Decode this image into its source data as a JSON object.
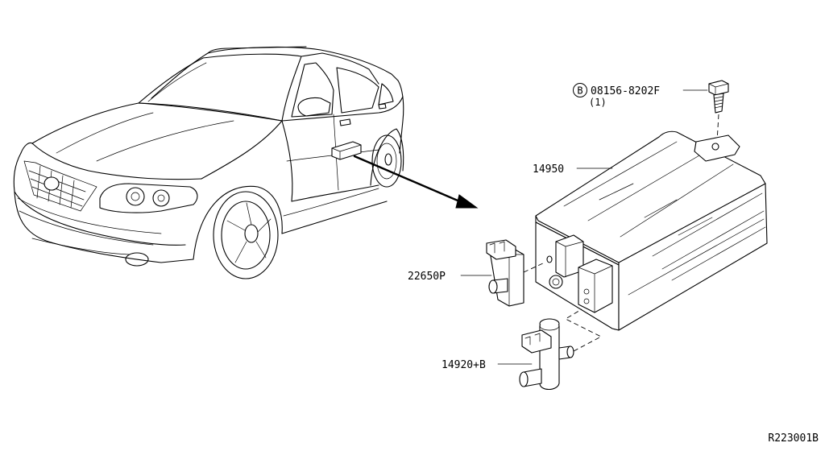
{
  "callouts": {
    "bolt_part_number": "08156-8202F",
    "bolt_badge_letter": "B",
    "bolt_quantity": "(1)",
    "canister_part_number": "14950",
    "valve_part_number": "22650P",
    "cut_valve_part_number": "14920+B"
  },
  "sheet_code": "R223001B"
}
